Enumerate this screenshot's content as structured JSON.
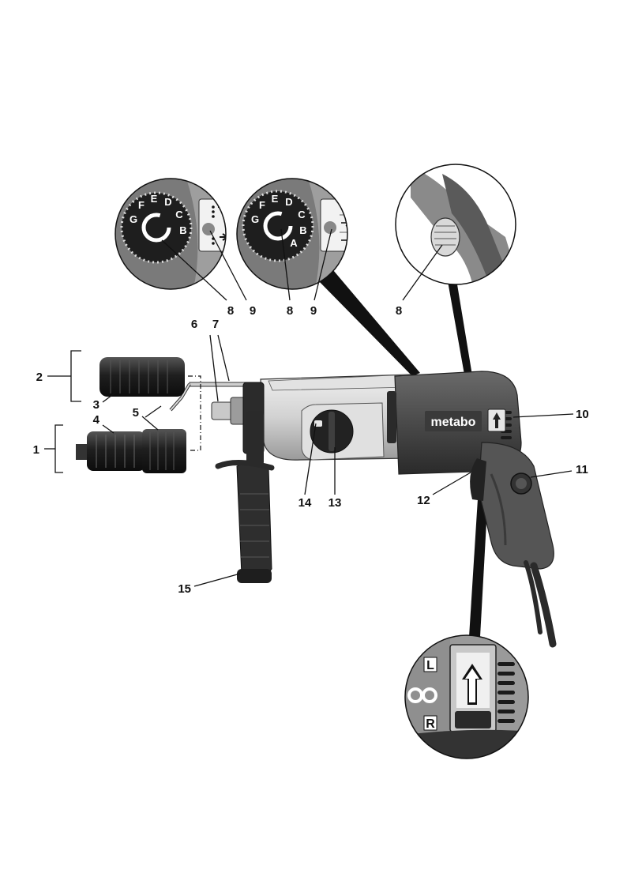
{
  "brand": "metabo",
  "dial_letters": [
    "A",
    "B",
    "C",
    "D",
    "E",
    "F",
    "G"
  ],
  "switch": {
    "left": "L",
    "right": "R"
  },
  "callouts": {
    "c1": "1",
    "c2": "2",
    "c3": "3",
    "c4": "4",
    "c5": "5",
    "c6": "6",
    "c7": "7",
    "c8": "8",
    "c9": "9",
    "c10": "10",
    "c11": "11",
    "c12": "12",
    "c13": "13",
    "c14": "14",
    "c15": "15"
  },
  "colors": {
    "body_light": "#d8d8d8",
    "body_dark": "#4a4a4a",
    "rubber": "#2e2e2e",
    "chuck": "#1f1f1f",
    "line": "#111111"
  }
}
